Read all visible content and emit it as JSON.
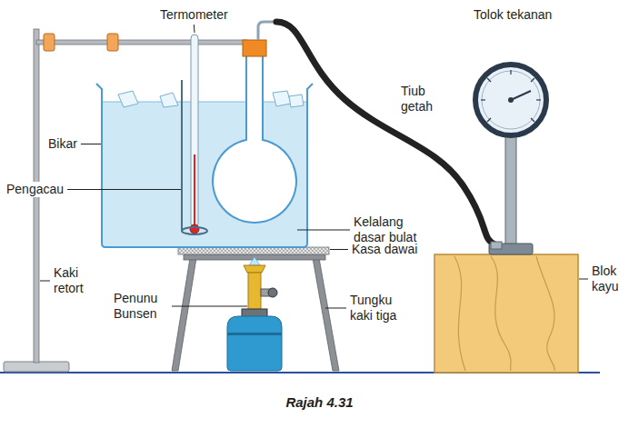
{
  "diagram": {
    "caption": "Rajah 4.31",
    "labels": [
      "Termometer",
      "Tolok tekanan",
      "Tiub getah",
      "Bikar",
      "Pengacau",
      "Kelalang dasar bulat",
      "Kasa dawai",
      "Kaki retort",
      "Penunu Bunsen",
      "Tungku kaki tiga",
      "Blok kayu"
    ]
  }
}
